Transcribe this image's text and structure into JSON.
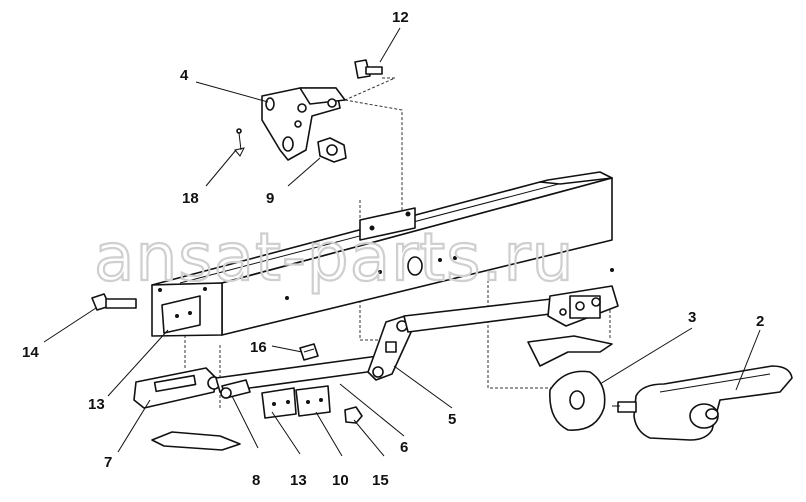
{
  "watermark": "ansat-parts.ru",
  "callouts": [
    "2",
    "3",
    "4",
    "5",
    "6",
    "7",
    "8",
    "9",
    "10",
    "12",
    "13",
    "13",
    "14",
    "15",
    "16",
    "18"
  ]
}
